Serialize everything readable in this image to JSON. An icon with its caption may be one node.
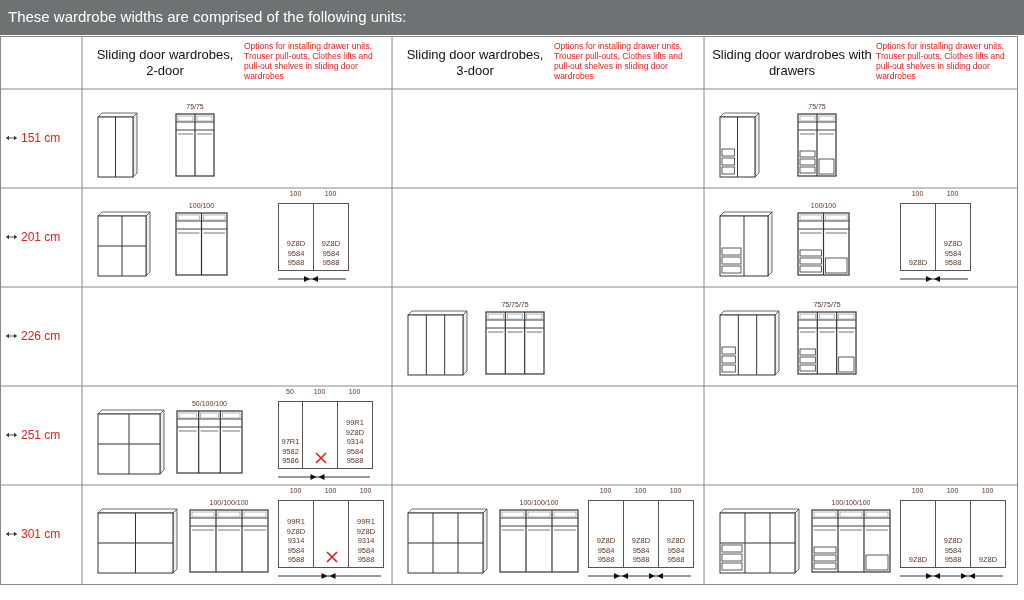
{
  "diagram": {
    "title": "These wardrobe widths are comprised of the following units:",
    "nodes": [
      {
        "text": [
          "9Z8D 9584 9588"
        ]
      },
      {
        "text": [
          "9Z8D 9584 9588"
        ]
      },
      {
        "text": [
          "9Z8D"
        ]
      },
      {
        "text": [
          "9Z8D 9584 9588"
        ]
      },
      {
        "text": [
          "97R1 9582 9586"
        ]
      },
      {
        "text": [],
        "shape": "box"
      },
      {
        "text": [
          "99R1 9Z8D 9314 9584 9588"
        ]
      },
      {
        "text": [
          "99R1 9Z8D 9314 9584 9588"
        ]
      },
      {
        "text": [],
        "shape": "box"
      },
      {
        "text": [
          "99R1 9Z8D 9314 9584 9588"
        ]
      },
      {
        "text": [
          "9Z8D 9584 9588"
        ]
      },
      {
        "text": [
          "9Z8D 9584 9588"
        ]
      },
      {
        "text": [
          "9Z8D 9584 9588"
        ]
      },
      {
        "text": [
          "9Z8D"
        ]
      },
      {
        "text": [
          "9Z8D 9584 9588"
        ]
      },
      {
        "text": [
          "9Z8D"
        ]
      }
    ],
    "labels": [
      "Sliding door wardrobes, 2-door",
      "Options for installing drawer units, Trouser pull-outs, Clothes lifts and pull-out shelves in sliding door wardrobes",
      "Sliding door wardrobes, 3-door",
      "Options for installing drawer units, Trouser pull-outs, Clothes lifts and pull-out shelves in sliding door wardrobes",
      "Sliding door wardrobes with drawers",
      "Options for installing drawer units, Trouser pull-outs, Clothes lifts and pull-out shelves in sliding door wardrobes",
      "151 cm",
      "75/75",
      "75/75",
      "201 cm",
      "100/100",
      "100",
      "100",
      "100/100",
      "100",
      "100",
      "226 cm",
      "75/75/75",
      "75/75/75",
      "251 cm",
      "50/100/100",
      "50",
      "100",
      "100",
      "301 cm",
      "100/100/100",
      "100",
      "100",
      "100",
      "100/100/100",
      "100",
      "100",
      "100",
      "100/100/100",
      "100",
      "100",
      "100"
    ]
  }
}
